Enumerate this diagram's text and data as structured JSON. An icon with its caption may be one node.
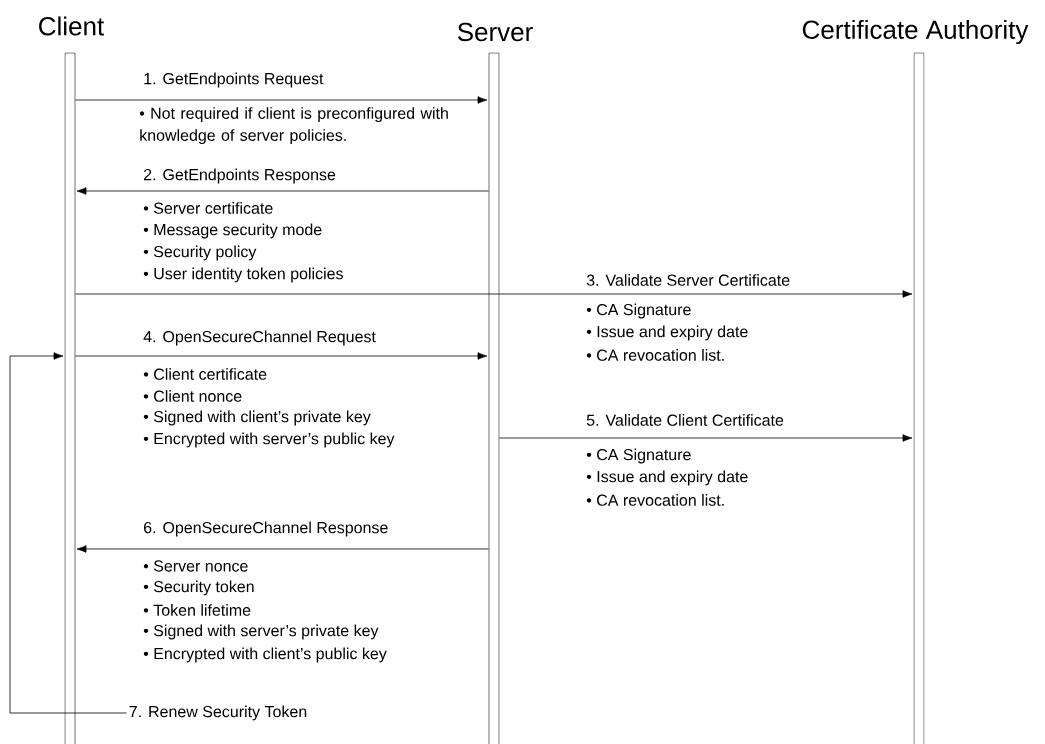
{
  "diagram": {
    "nodes": [
      {
        "text": [
          "Client"
        ]
      },
      {
        "text": [
          "Server"
        ]
      },
      {
        "text": [
          "Certificate Authority"
        ]
      },
      {
        "text": [
          "7. Renew Security Token"
        ]
      }
    ],
    "edges": [
      {
        "from": 0,
        "to": 1,
        "arrow": "to",
        "label": "1. GetEndpoints Request"
      },
      {
        "from": 1,
        "to": 0,
        "arrow": "to",
        "label": "2. GetEndpoints Response"
      },
      {
        "from": 0,
        "to": 2,
        "arrow": "to",
        "label": "3. Validate Server Certificate"
      },
      {
        "from": 0,
        "to": 1,
        "arrow": "to",
        "label": "4. OpenSecureChannel Request"
      },
      {
        "from": 1,
        "to": 2,
        "arrow": "to",
        "label": "5. Validate Client Certificate"
      },
      {
        "from": 1,
        "to": 0,
        "arrow": "to",
        "label": "6. OpenSecureChannel Response"
      },
      {
        "from": 3,
        "to": 0,
        "arrow": "to"
      }
    ],
    "labels": [
      "• Not required if client is preconfigured with knowledge of server policies.",
      "• Server certificate",
      "• Message security mode",
      "• Security policy",
      "• User identity token policies",
      "• CA Signature",
      "• Issue and expiry date",
      "• CA revocation list.",
      "• Client certificate",
      "• Client nonce",
      "• Signed with client’s private key",
      "• Encrypted with server’s public key",
      "• CA Signature",
      "• Issue and expiry date",
      "• CA revocation list.",
      "• Server nonce",
      "• Security token",
      "• Token lifetime",
      "• Signed with server’s private key",
      "• Encrypted with client’s public key"
    ]
  }
}
